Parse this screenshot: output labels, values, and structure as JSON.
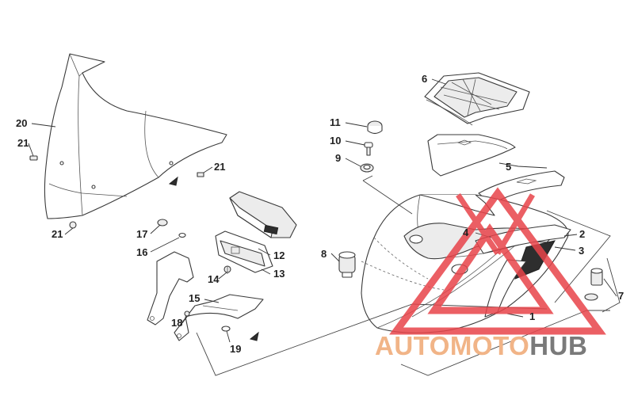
{
  "callouts": [
    {
      "id": "20",
      "label": "20"
    },
    {
      "id": "21a",
      "label": "21"
    },
    {
      "id": "21b",
      "label": "21"
    },
    {
      "id": "21c",
      "label": "21"
    },
    {
      "id": "6",
      "label": "6"
    },
    {
      "id": "11",
      "label": "11"
    },
    {
      "id": "10",
      "label": "10"
    },
    {
      "id": "9",
      "label": "9"
    },
    {
      "id": "5",
      "label": "5"
    },
    {
      "id": "4",
      "label": "4"
    },
    {
      "id": "2",
      "label": "2"
    },
    {
      "id": "3",
      "label": "3"
    },
    {
      "id": "7",
      "label": "7"
    },
    {
      "id": "1",
      "label": "1"
    },
    {
      "id": "8",
      "label": "8"
    },
    {
      "id": "17",
      "label": "17"
    },
    {
      "id": "16",
      "label": "16"
    },
    {
      "id": "12",
      "label": "12"
    },
    {
      "id": "13",
      "label": "13"
    },
    {
      "id": "14",
      "label": "14"
    },
    {
      "id": "15",
      "label": "15"
    },
    {
      "id": "18",
      "label": "18"
    },
    {
      "id": "19",
      "label": "19"
    }
  ],
  "watermark": {
    "brand_auto": "AUTO",
    "brand_moto": "MOTO",
    "brand_hub": "HUB",
    "logo_color": "#e8444a",
    "text_accent_color": "#f1b487",
    "text_dark_color": "#7a7a7a"
  }
}
